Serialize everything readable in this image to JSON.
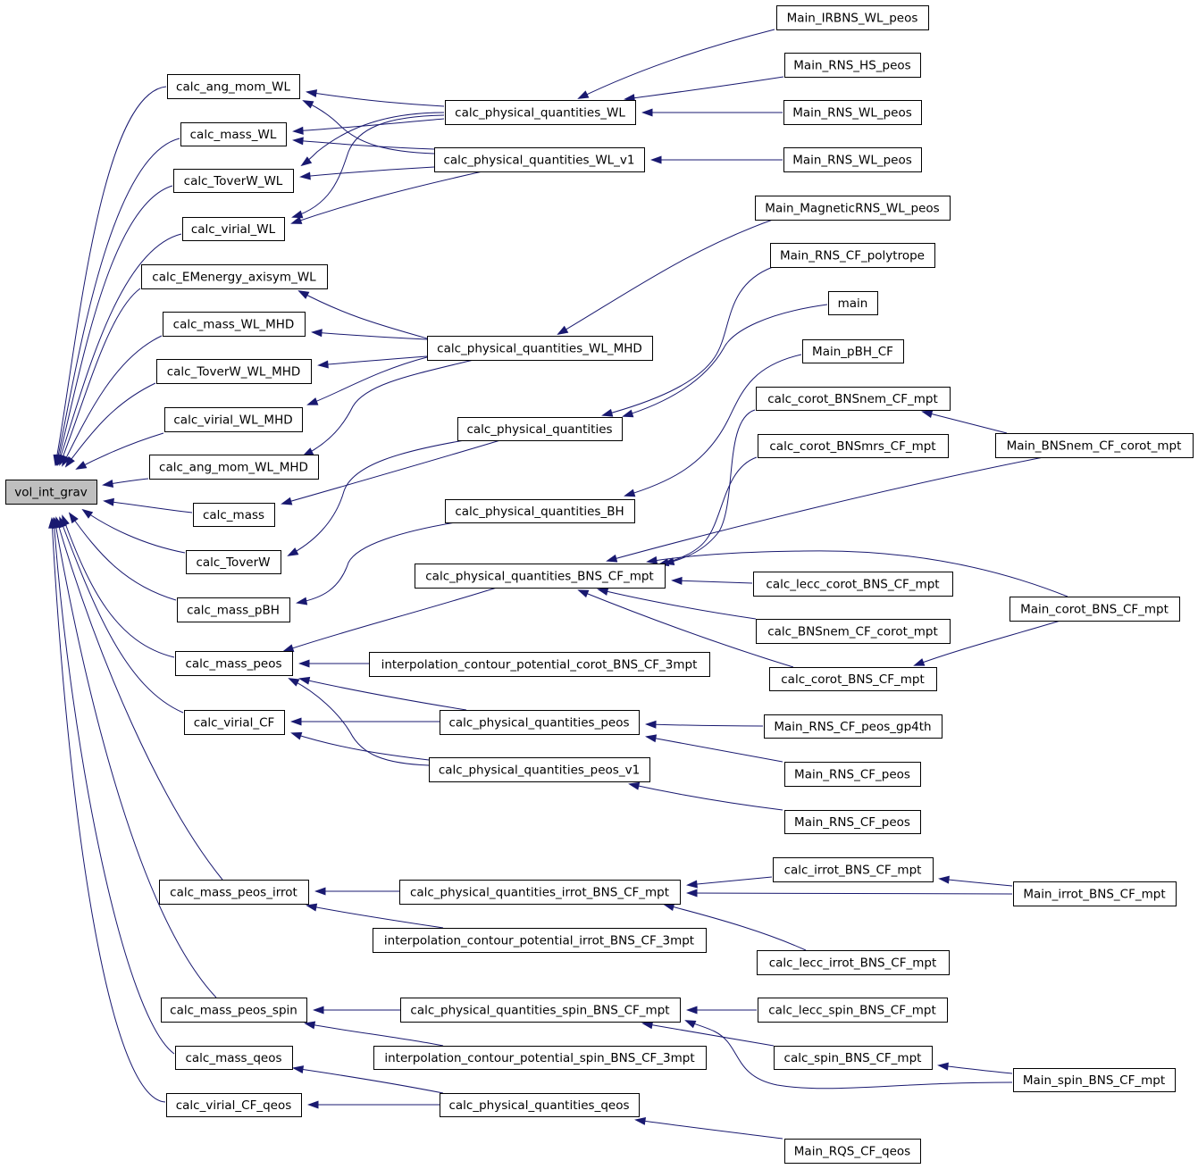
{
  "diagram": {
    "type": "caller-graph",
    "focus": "n0",
    "nodes": [
      {
        "id": "n0",
        "label": "vol_int_grav"
      },
      {
        "id": "n1",
        "label": "calc_ang_mom_WL"
      },
      {
        "id": "n2",
        "label": "calc_mass_WL"
      },
      {
        "id": "n3",
        "label": "calc_ToverW_WL"
      },
      {
        "id": "n4",
        "label": "calc_virial_WL"
      },
      {
        "id": "n5",
        "label": "calc_EMenergy_axisym_WL"
      },
      {
        "id": "n6",
        "label": "calc_mass_WL_MHD"
      },
      {
        "id": "n7",
        "label": "calc_ToverW_WL_MHD"
      },
      {
        "id": "n8",
        "label": "calc_virial_WL_MHD"
      },
      {
        "id": "n9",
        "label": "calc_ang_mom_WL_MHD"
      },
      {
        "id": "n10",
        "label": "calc_mass"
      },
      {
        "id": "n11",
        "label": "calc_ToverW"
      },
      {
        "id": "n12",
        "label": "calc_mass_pBH"
      },
      {
        "id": "n13",
        "label": "calc_mass_peos"
      },
      {
        "id": "n14",
        "label": "calc_virial_CF"
      },
      {
        "id": "n15",
        "label": "calc_mass_peos_irrot"
      },
      {
        "id": "n16",
        "label": "calc_mass_peos_spin"
      },
      {
        "id": "n17",
        "label": "calc_mass_qeos"
      },
      {
        "id": "n18",
        "label": "calc_virial_CF_qeos"
      },
      {
        "id": "n19",
        "label": "calc_physical_quantities_WL"
      },
      {
        "id": "n20",
        "label": "calc_physical_quantities_WL_v1"
      },
      {
        "id": "n21",
        "label": "calc_physical_quantities_WL_MHD"
      },
      {
        "id": "n22",
        "label": "calc_physical_quantities"
      },
      {
        "id": "n23",
        "label": "calc_physical_quantities_BH"
      },
      {
        "id": "n24",
        "label": "calc_physical_quantities_BNS_CF_mpt"
      },
      {
        "id": "n25",
        "label": "interpolation_contour_potential_corot_BNS_CF_3mpt"
      },
      {
        "id": "n26",
        "label": "calc_physical_quantities_peos"
      },
      {
        "id": "n27",
        "label": "calc_physical_quantities_peos_v1"
      },
      {
        "id": "n28",
        "label": "calc_physical_quantities_irrot_BNS_CF_mpt"
      },
      {
        "id": "n29",
        "label": "interpolation_contour_potential_irrot_BNS_CF_3mpt"
      },
      {
        "id": "n30",
        "label": "calc_physical_quantities_spin_BNS_CF_mpt"
      },
      {
        "id": "n31",
        "label": "interpolation_contour_potential_spin_BNS_CF_3mpt"
      },
      {
        "id": "n32",
        "label": "calc_physical_quantities_qeos"
      },
      {
        "id": "n33",
        "label": "Main_IRBNS_WL_peos"
      },
      {
        "id": "n34",
        "label": "Main_RNS_HS_peos"
      },
      {
        "id": "n35",
        "label": "Main_RNS_WL_peos"
      },
      {
        "id": "n36",
        "label": "Main_RNS_WL_peos"
      },
      {
        "id": "n37",
        "label": "Main_MagneticRNS_WL_peos"
      },
      {
        "id": "n38",
        "label": "Main_RNS_CF_polytrope"
      },
      {
        "id": "n39",
        "label": "main"
      },
      {
        "id": "n40",
        "label": "Main_pBH_CF"
      },
      {
        "id": "n41",
        "label": "calc_corot_BNSnem_CF_mpt"
      },
      {
        "id": "n42",
        "label": "calc_corot_BNSmrs_CF_mpt"
      },
      {
        "id": "n43",
        "label": "calc_lecc_corot_BNS_CF_mpt"
      },
      {
        "id": "n44",
        "label": "calc_BNSnem_CF_corot_mpt"
      },
      {
        "id": "n45",
        "label": "calc_corot_BNS_CF_mpt"
      },
      {
        "id": "n46",
        "label": "Main_RNS_CF_peos_gp4th"
      },
      {
        "id": "n47",
        "label": "Main_RNS_CF_peos"
      },
      {
        "id": "n48",
        "label": "Main_RNS_CF_peos"
      },
      {
        "id": "n49",
        "label": "calc_irrot_BNS_CF_mpt"
      },
      {
        "id": "n50",
        "label": "calc_lecc_irrot_BNS_CF_mpt"
      },
      {
        "id": "n51",
        "label": "calc_lecc_spin_BNS_CF_mpt"
      },
      {
        "id": "n52",
        "label": "calc_spin_BNS_CF_mpt"
      },
      {
        "id": "n53",
        "label": "Main_RQS_CF_qeos"
      },
      {
        "id": "n54",
        "label": "Main_BNSnem_CF_corot_mpt"
      },
      {
        "id": "n55",
        "label": "Main_corot_BNS_CF_mpt"
      },
      {
        "id": "n56",
        "label": "Main_irrot_BNS_CF_mpt"
      },
      {
        "id": "n57",
        "label": "Main_spin_BNS_CF_mpt"
      }
    ],
    "edges": [
      {
        "from": "n1",
        "to": "n0"
      },
      {
        "from": "n2",
        "to": "n0"
      },
      {
        "from": "n3",
        "to": "n0"
      },
      {
        "from": "n4",
        "to": "n0"
      },
      {
        "from": "n5",
        "to": "n0"
      },
      {
        "from": "n6",
        "to": "n0"
      },
      {
        "from": "n7",
        "to": "n0"
      },
      {
        "from": "n8",
        "to": "n0"
      },
      {
        "from": "n9",
        "to": "n0"
      },
      {
        "from": "n10",
        "to": "n0"
      },
      {
        "from": "n11",
        "to": "n0"
      },
      {
        "from": "n12",
        "to": "n0"
      },
      {
        "from": "n13",
        "to": "n0"
      },
      {
        "from": "n14",
        "to": "n0"
      },
      {
        "from": "n15",
        "to": "n0"
      },
      {
        "from": "n16",
        "to": "n0"
      },
      {
        "from": "n17",
        "to": "n0"
      },
      {
        "from": "n18",
        "to": "n0"
      },
      {
        "from": "n19",
        "to": "n1"
      },
      {
        "from": "n20",
        "to": "n1"
      },
      {
        "from": "n19",
        "to": "n2"
      },
      {
        "from": "n20",
        "to": "n2"
      },
      {
        "from": "n19",
        "to": "n3"
      },
      {
        "from": "n20",
        "to": "n3"
      },
      {
        "from": "n19",
        "to": "n4"
      },
      {
        "from": "n20",
        "to": "n4"
      },
      {
        "from": "n21",
        "to": "n5"
      },
      {
        "from": "n21",
        "to": "n6"
      },
      {
        "from": "n21",
        "to": "n7"
      },
      {
        "from": "n21",
        "to": "n8"
      },
      {
        "from": "n21",
        "to": "n9"
      },
      {
        "from": "n22",
        "to": "n10"
      },
      {
        "from": "n22",
        "to": "n11"
      },
      {
        "from": "n23",
        "to": "n12"
      },
      {
        "from": "n24",
        "to": "n13"
      },
      {
        "from": "n25",
        "to": "n13"
      },
      {
        "from": "n26",
        "to": "n13"
      },
      {
        "from": "n27",
        "to": "n13"
      },
      {
        "from": "n26",
        "to": "n14"
      },
      {
        "from": "n27",
        "to": "n14"
      },
      {
        "from": "n28",
        "to": "n15"
      },
      {
        "from": "n29",
        "to": "n15"
      },
      {
        "from": "n30",
        "to": "n16"
      },
      {
        "from": "n31",
        "to": "n16"
      },
      {
        "from": "n32",
        "to": "n17"
      },
      {
        "from": "n32",
        "to": "n18"
      },
      {
        "from": "n33",
        "to": "n19"
      },
      {
        "from": "n34",
        "to": "n19"
      },
      {
        "from": "n35",
        "to": "n19"
      },
      {
        "from": "n36",
        "to": "n20"
      },
      {
        "from": "n37",
        "to": "n21"
      },
      {
        "from": "n38",
        "to": "n22"
      },
      {
        "from": "n39",
        "to": "n22"
      },
      {
        "from": "n40",
        "to": "n23"
      },
      {
        "from": "n41",
        "to": "n24"
      },
      {
        "from": "n42",
        "to": "n24"
      },
      {
        "from": "n43",
        "to": "n24"
      },
      {
        "from": "n44",
        "to": "n24"
      },
      {
        "from": "n45",
        "to": "n24"
      },
      {
        "from": "n54",
        "to": "n24"
      },
      {
        "from": "n55",
        "to": "n24"
      },
      {
        "from": "n46",
        "to": "n26"
      },
      {
        "from": "n47",
        "to": "n26"
      },
      {
        "from": "n48",
        "to": "n27"
      },
      {
        "from": "n49",
        "to": "n28"
      },
      {
        "from": "n50",
        "to": "n28"
      },
      {
        "from": "n56",
        "to": "n28"
      },
      {
        "from": "n51",
        "to": "n30"
      },
      {
        "from": "n52",
        "to": "n30"
      },
      {
        "from": "n57",
        "to": "n30"
      },
      {
        "from": "n53",
        "to": "n32"
      },
      {
        "from": "n54",
        "to": "n41"
      },
      {
        "from": "n55",
        "to": "n45"
      },
      {
        "from": "n56",
        "to": "n49"
      },
      {
        "from": "n57",
        "to": "n52"
      }
    ]
  }
}
